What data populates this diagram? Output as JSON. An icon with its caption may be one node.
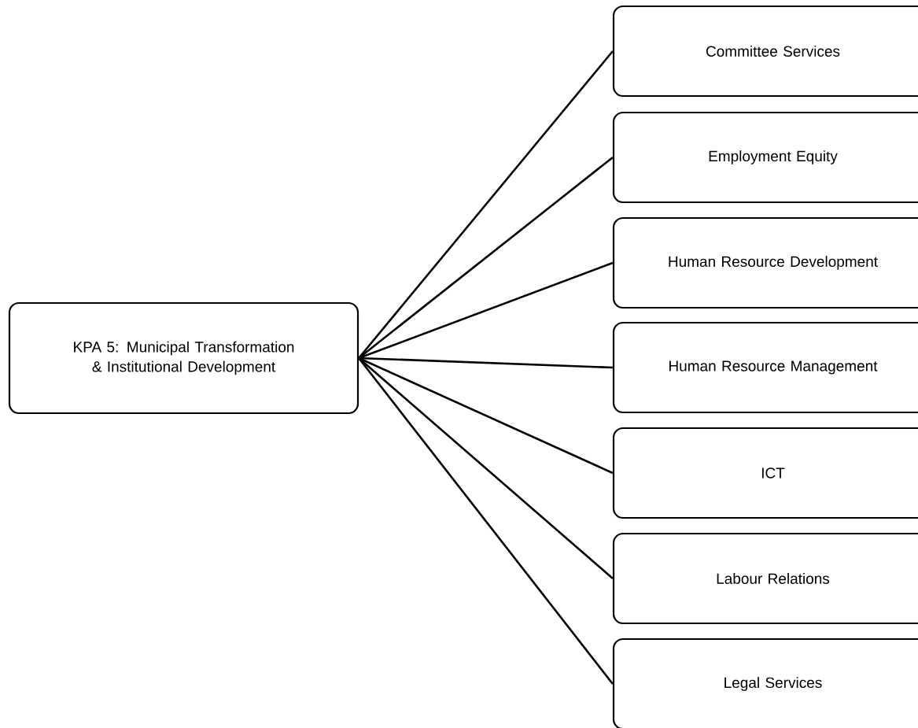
{
  "diagram": {
    "nodes": [
      {
        "text": [
          "KPA 5: Municipal Transformation & Institutional Development"
        ]
      },
      {
        "text": [
          "Committee Services"
        ]
      },
      {
        "text": [
          "Employment Equity"
        ]
      },
      {
        "text": [
          "Human Resource Development"
        ]
      },
      {
        "text": [
          "Human Resource Management"
        ]
      },
      {
        "text": [
          "ICT"
        ]
      },
      {
        "text": [
          "Labour Relations"
        ]
      },
      {
        "text": [
          "Legal Services"
        ]
      }
    ],
    "edges": [
      {
        "from": 0,
        "to": 1,
        "arrow": "none"
      },
      {
        "from": 0,
        "to": 2,
        "arrow": "none"
      },
      {
        "from": 0,
        "to": 3,
        "arrow": "none"
      },
      {
        "from": 0,
        "to": 4,
        "arrow": "none"
      },
      {
        "from": 0,
        "to": 5,
        "arrow": "none"
      },
      {
        "from": 0,
        "to": 6,
        "arrow": "none"
      },
      {
        "from": 0,
        "to": 7,
        "arrow": "none"
      }
    ]
  }
}
